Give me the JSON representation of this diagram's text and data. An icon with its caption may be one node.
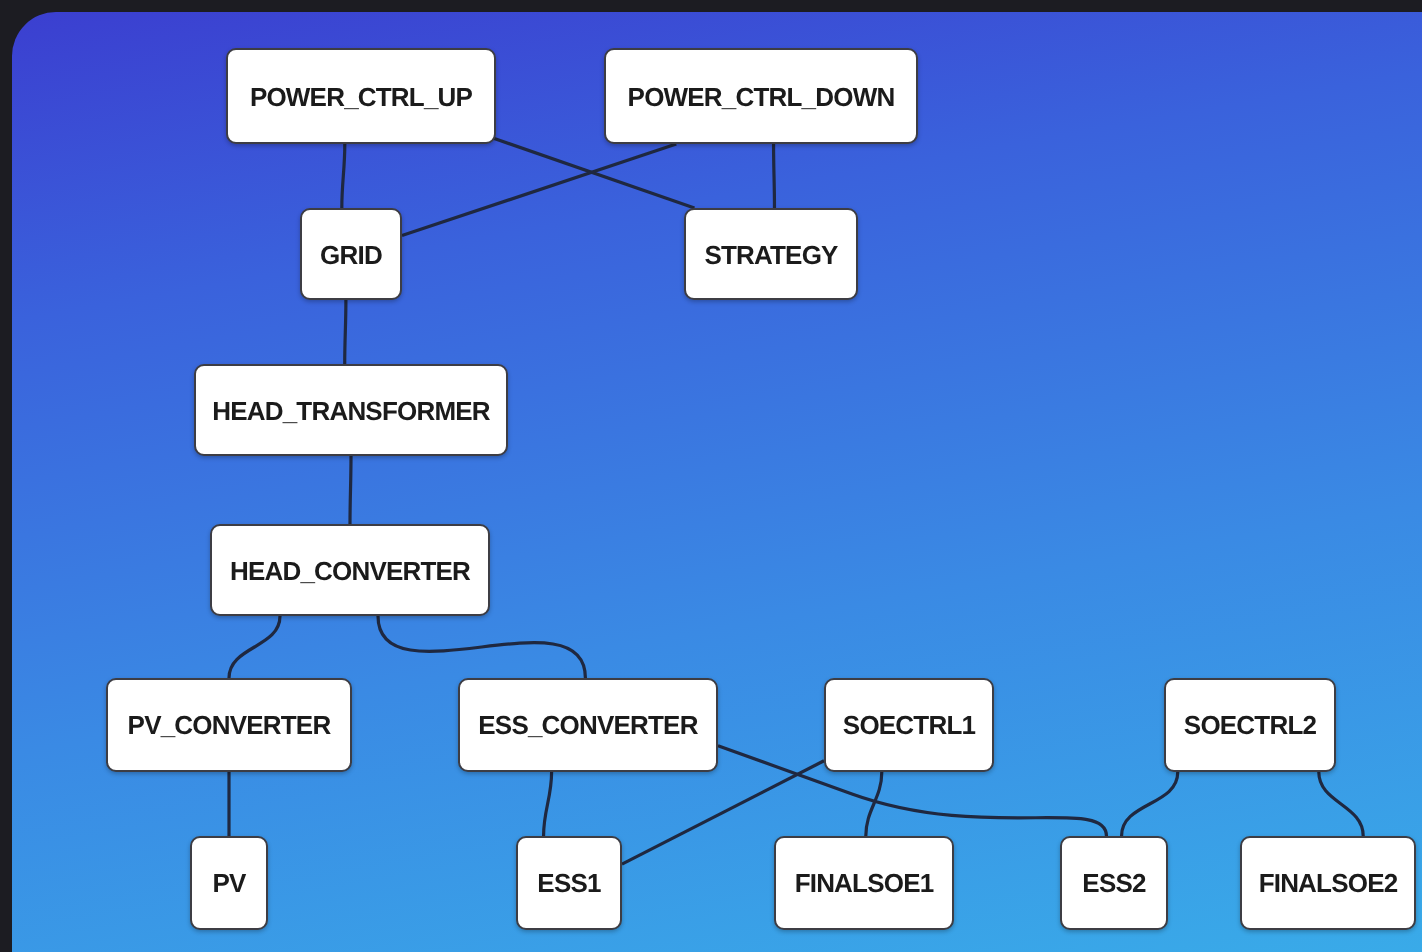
{
  "diagram": {
    "nodes": [
      {
        "text": [
          "POWER_CTRL_UP"
        ]
      },
      {
        "text": [
          "POWER_CTRL_DOWN"
        ]
      },
      {
        "text": [
          "GRID"
        ]
      },
      {
        "text": [
          "STRATEGY"
        ]
      },
      {
        "text": [
          "HEAD_TRANSFORMER"
        ]
      },
      {
        "text": [
          "HEAD_CONVERTER"
        ]
      },
      {
        "text": [
          "PV_CONVERTER"
        ]
      },
      {
        "text": [
          "ESS_CONVERTER"
        ]
      },
      {
        "text": [
          "SOECTRL1"
        ]
      },
      {
        "text": [
          "SOECTRL2"
        ]
      },
      {
        "text": [
          "PV"
        ]
      },
      {
        "text": [
          "ESS1"
        ]
      },
      {
        "text": [
          "FINALSOE1"
        ]
      },
      {
        "text": [
          "ESS2"
        ]
      },
      {
        "text": [
          "FINALSOE2"
        ]
      }
    ],
    "edges": [
      {
        "from": 0,
        "to": 2,
        "arrow": "none"
      },
      {
        "from": 0,
        "to": 3,
        "arrow": "none"
      },
      {
        "from": 1,
        "to": 2,
        "arrow": "none"
      },
      {
        "from": 1,
        "to": 3,
        "arrow": "none"
      },
      {
        "from": 2,
        "to": 4,
        "arrow": "none"
      },
      {
        "from": 4,
        "to": 5,
        "arrow": "none"
      },
      {
        "from": 5,
        "to": 6,
        "arrow": "none"
      },
      {
        "from": 5,
        "to": 7,
        "arrow": "none"
      },
      {
        "from": 6,
        "to": 10,
        "arrow": "none"
      },
      {
        "from": 7,
        "to": 11,
        "arrow": "none"
      },
      {
        "from": 7,
        "to": 13,
        "arrow": "none"
      },
      {
        "from": 8,
        "to": 11,
        "arrow": "none"
      },
      {
        "from": 8,
        "to": 12,
        "arrow": "none"
      },
      {
        "from": 9,
        "to": 13,
        "arrow": "none"
      },
      {
        "from": 9,
        "to": 14,
        "arrow": "none"
      }
    ]
  }
}
